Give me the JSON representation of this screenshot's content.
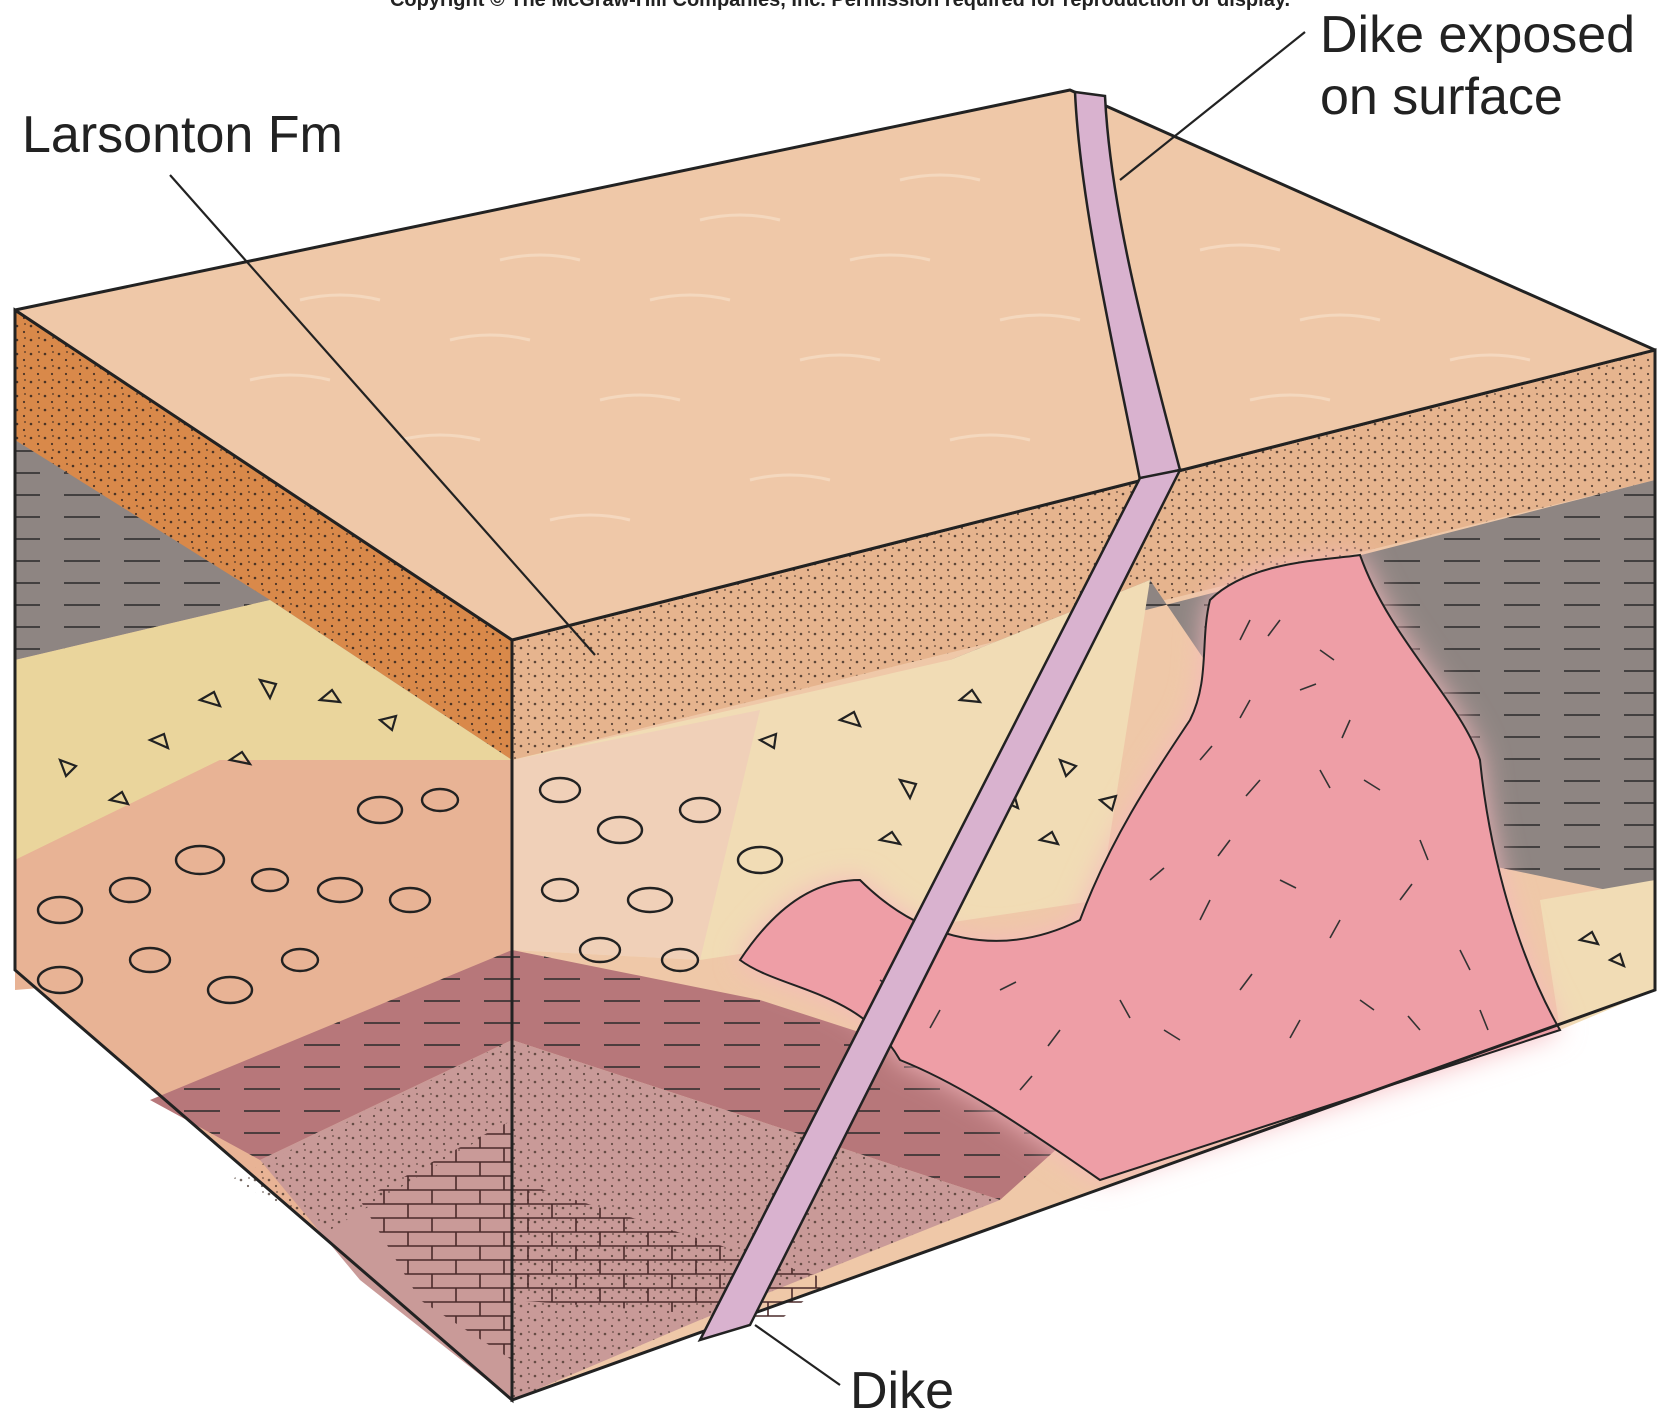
{
  "copyright_text": "Copyright © The McGraw-Hill Companies, Inc. Permission required for reproduction or display.",
  "labels": {
    "larsonton": "Larsonton Fm",
    "dike_surface_line1": "Dike exposed",
    "dike_surface_line2": "on surface",
    "dike": "Dike"
  },
  "colors": {
    "top_surface": "#efc8a8",
    "sandstone": "#e6b48e",
    "sandstone_dark": "#d9894a",
    "shale": "#8e8582",
    "breccia": "#ead59c",
    "conglomerate": "#e8b395",
    "mudstone": "#b7777a",
    "limestone": "#c99a98",
    "granite": "#ee9ea6",
    "dike": "#d9b2cf",
    "outline": "#222222"
  }
}
